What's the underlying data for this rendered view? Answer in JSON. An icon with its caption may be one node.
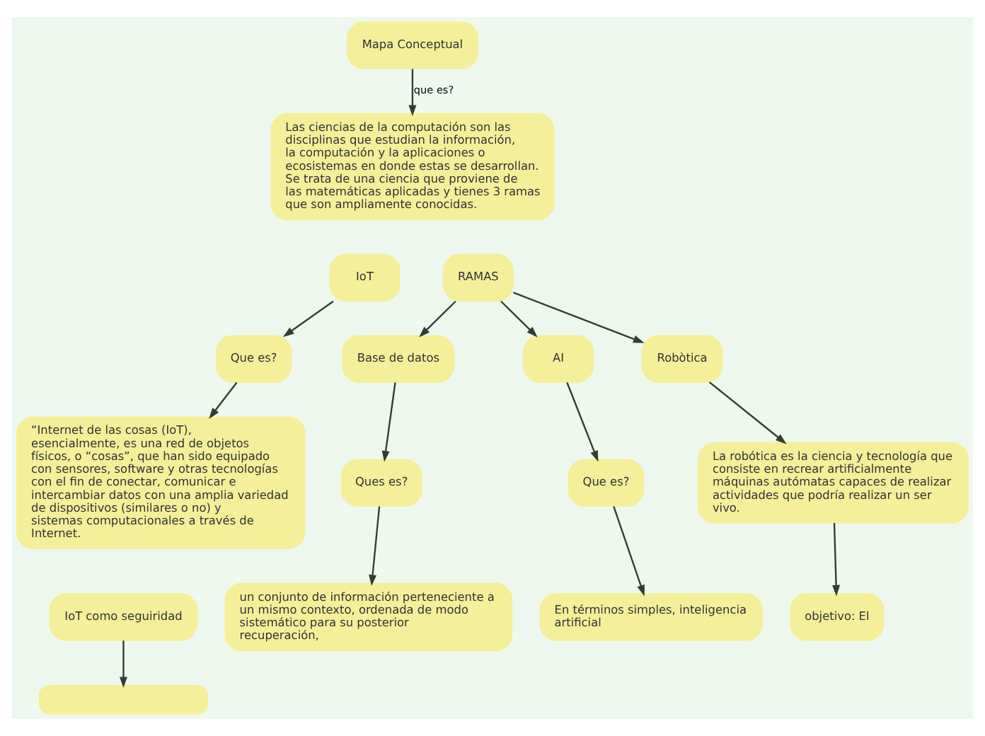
{
  "diagram": {
    "nodes": [
      {
        "text": [
          "Mapa Conceptual"
        ]
      },
      {
        "text": [
          "Las ciencias de la computación son las disciplinas que estudian la información, la computación y la aplicaciones o ecosistemas en donde estas se desarrollan. Se trata de una ciencia que proviene de las matemáticas aplicadas y tienes 3 ramas que son ampliamente conocidas."
        ]
      },
      {
        "text": [
          "IoT"
        ]
      },
      {
        "text": [
          "RAMAS"
        ]
      },
      {
        "text": [
          "Que es?"
        ]
      },
      {
        "text": [
          "“Internet de las cosas (IoT), esencialmente, es una red de objetos físicos, o “cosas”, que han sido equipado con sensores, software y otras tecnologías con el fin de conectar, comunicar e intercambiar datos con una amplia variedad de dispositivos (similares o no) y sistemas computacionales a través de Internet."
        ]
      },
      {
        "text": [
          "IoT como seguiridad"
        ]
      },
      {
        "text": [],
        "shape": "box"
      },
      {
        "text": [
          "Base de datos"
        ]
      },
      {
        "text": [
          "Ques es?"
        ]
      },
      {
        "text": [
          "un conjunto de información perteneciente a un mismo contexto, ordenada de modo sistemático para su posterior recuperación,"
        ]
      },
      {
        "text": [
          "AI"
        ]
      },
      {
        "text": [
          "Que es?"
        ]
      },
      {
        "text": [
          "En términos simples, inteligencia artificial"
        ]
      },
      {
        "text": [
          "Robòtica"
        ]
      },
      {
        "text": [
          "La robótica es la ciencia y tecnología que consiste en recrear artificialmente máquinas autómatas capaces de realizar actividades que podría realizar un ser vivo."
        ]
      },
      {
        "text": [
          "objetivo: El"
        ]
      }
    ],
    "edges": [
      {
        "from": 0,
        "to": 1,
        "arrow": "to",
        "label": "que es?"
      },
      {
        "from": 2,
        "to": 4,
        "arrow": "to"
      },
      {
        "from": 4,
        "to": 5,
        "arrow": "to"
      },
      {
        "from": 6,
        "to": 7,
        "arrow": "to"
      },
      {
        "from": 3,
        "to": 8,
        "arrow": "to"
      },
      {
        "from": 8,
        "to": 9,
        "arrow": "to"
      },
      {
        "from": 9,
        "to": 10,
        "arrow": "to"
      },
      {
        "from": 3,
        "to": 11,
        "arrow": "to"
      },
      {
        "from": 11,
        "to": 12,
        "arrow": "to"
      },
      {
        "from": 12,
        "to": 13,
        "arrow": "to"
      },
      {
        "from": 3,
        "to": 14,
        "arrow": "to"
      },
      {
        "from": 14,
        "to": 15,
        "arrow": "to"
      },
      {
        "from": 15,
        "to": 16,
        "arrow": "to"
      }
    ]
  }
}
